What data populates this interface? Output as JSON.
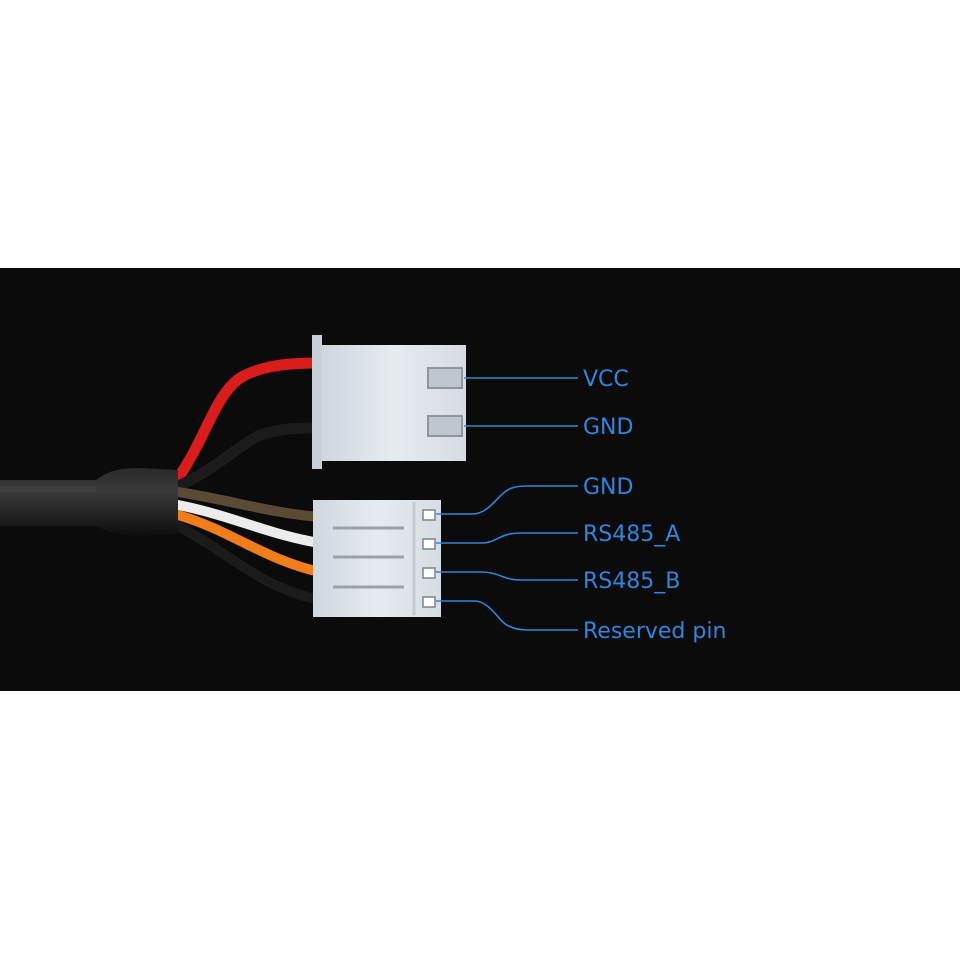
{
  "colors": {
    "panel_background": "#0b0b0c",
    "label": "#2f86dd",
    "leader_line": "#2f86dd",
    "connector_body": "#dde3ea",
    "wire_red": "#d91d1d",
    "wire_black": "#1e1e1e",
    "wire_brown": "#5a4a36",
    "wire_white": "#ececec",
    "wire_orange": "#f07d1c",
    "cable_jacket": "#151515"
  },
  "connectors": [
    {
      "name": "2-pin connector",
      "pins": [
        {
          "label": "VCC",
          "wire_color": "red"
        },
        {
          "label": "GND",
          "wire_color": "black"
        }
      ]
    },
    {
      "name": "4-pin connector",
      "pins": [
        {
          "label": "GND",
          "wire_color": "brown"
        },
        {
          "label": "RS485_A",
          "wire_color": "white"
        },
        {
          "label": "RS485_B",
          "wire_color": "orange"
        },
        {
          "label": "Reserved pin",
          "wire_color": "black"
        }
      ]
    }
  ]
}
